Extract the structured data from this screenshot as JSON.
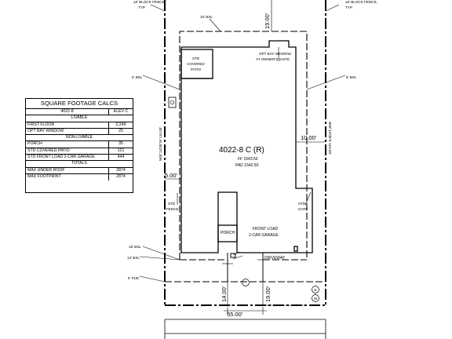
{
  "plan": {
    "labels": {
      "block_fence_left": "±6' BLOCK FENCE,",
      "block_fence_left_typ": "TYP.",
      "block_fence_right": "±6' BLOCK FENCE,",
      "block_fence_right_typ": "TYP.",
      "bsl_15": "15' BSL",
      "dim_19_top": "19.00'",
      "opt_bay_1": "OPT BAY WINDOW",
      "opt_bay_2": "AT OWNER'S SUITE",
      "covered_patio_1": "STD",
      "covered_patio_2": "COVERED",
      "covered_patio_3": "PATIO",
      "bsl_5_left": "5' BSL",
      "bsl_5_right": "5' BSL",
      "lot_left": "N00°14'05\"W 110.00'",
      "lot_right": "N00°14'05\"E 110.00'",
      "dim_10": "10.00'",
      "plan_name": "4022-8 C (R)",
      "ff": "FF 1543.50",
      "pad": "PAD 1542.50",
      "dim_5": "5.00'",
      "std_fence_1": "STD",
      "std_fence_2": "FENCE",
      "std_gate_1": "STD",
      "std_gate_2": "GATE",
      "front_load_1": "FRONT LOAD",
      "front_load_2": "2-CAR GARAGE",
      "porch": "PORCH",
      "bsl_18": "18' BSL",
      "bsl_14": "14' BSL",
      "driveway": "DRIVEWAY",
      "pue": "8' PUE",
      "dim_14": "14.00'",
      "dim_19_bottom": "19.00'",
      "dim_55": "55.00'",
      "meter_e": "E",
      "meter_w": "W"
    }
  },
  "sqft": {
    "title": "SQUARE FOOTAGE CALCS",
    "header": {
      "plan": "4022-8",
      "elev": "ELEV C"
    },
    "sections": [
      {
        "name": "LIVABLE",
        "rows": [
          {
            "label": "FIRST FLOOR",
            "value": "2,249"
          },
          {
            "label": "OPT BAY WINDOW",
            "value": "25"
          }
        ]
      },
      {
        "name": "NON-LIVABLE",
        "rows": [
          {
            "label": "PORCH",
            "value": "35"
          },
          {
            "label": "STD COVERED PATIO",
            "value": "121"
          },
          {
            "label": "STD FRONT LOAD 2-CAR GARAGE",
            "value": "444"
          }
        ]
      },
      {
        "name": "TOTALS",
        "rows": [
          {
            "label": "MAX UNDER ROOF",
            "value": "2874"
          },
          {
            "label": "MAX FOOTPRINT",
            "value": "2874"
          }
        ]
      }
    ]
  }
}
